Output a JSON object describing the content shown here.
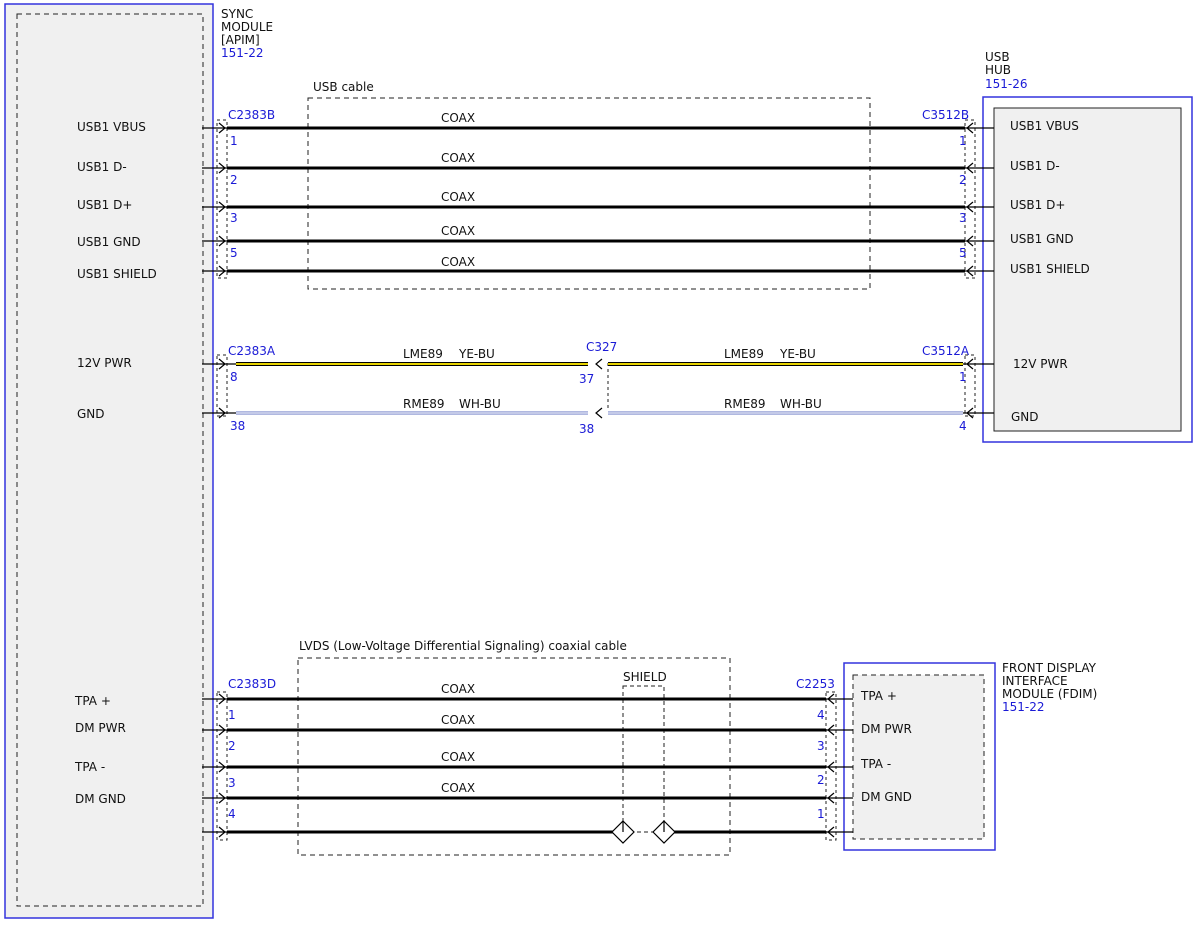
{
  "colors": {
    "module_border": "#3333dd",
    "ref_text": "#1a1ad6",
    "wire_black": "#000000",
    "wire_yellow": "#e6d200",
    "wire_white_blue": "#9fb0ff",
    "module_fill": "#f0f0f0"
  },
  "sync": {
    "title": [
      "SYNC",
      "MODULE",
      "[APIM]"
    ],
    "ref": "151-22",
    "pins": [
      "USB1 VBUS",
      "USB1 D-",
      "USB1 D+",
      "USB1 GND",
      "USB1 SHIELD",
      "12V PWR",
      "GND",
      "TPA +",
      "DM PWR",
      "TPA -",
      "DM GND"
    ]
  },
  "usb_hub": {
    "title": [
      "USB",
      "HUB"
    ],
    "ref": "151-26",
    "pins": [
      "USB1 VBUS",
      "USB1 D-",
      "USB1 D+",
      "USB1 GND",
      "USB1 SHIELD",
      "12V PWR",
      "GND"
    ]
  },
  "fdim": {
    "title": [
      "FRONT DISPLAY",
      "INTERFACE",
      "MODULE (FDIM)"
    ],
    "ref": "151-22",
    "pins": [
      "TPA +",
      "DM PWR",
      "TPA -",
      "DM GND"
    ]
  },
  "usb_cable": {
    "label": "USB cable",
    "left_connector": "C2383B",
    "right_connector": "C3512B",
    "wires": [
      {
        "label": "COAX",
        "left_pin": "1",
        "right_pin": "1"
      },
      {
        "label": "COAX",
        "left_pin": "2",
        "right_pin": "2"
      },
      {
        "label": "COAX",
        "left_pin": "3",
        "right_pin": "3"
      },
      {
        "label": "COAX",
        "left_pin": "5",
        "right_pin": "5"
      },
      {
        "label": "COAX",
        "left_pin": "",
        "right_pin": ""
      }
    ]
  },
  "power": {
    "left_connector": "C2383A",
    "inline_connector": "C327",
    "right_connector": "C3512A",
    "wires": [
      {
        "circuit": "LME89",
        "color": "YE-BU",
        "left_pin": "8",
        "inline_pin": "37",
        "right_pin": "1"
      },
      {
        "circuit": "RME89",
        "color": "WH-BU",
        "left_pin": "38",
        "inline_pin": "38",
        "right_pin": "4"
      }
    ]
  },
  "lvds_cable": {
    "label": "LVDS (Low-Voltage Differential Signaling) coaxial cable",
    "shield_label": "SHIELD",
    "left_connector": "C2383D",
    "right_connector": "C2253",
    "wires": [
      {
        "label": "COAX",
        "left_pin": "1",
        "right_pin": "4"
      },
      {
        "label": "COAX",
        "left_pin": "2",
        "right_pin": "3"
      },
      {
        "label": "COAX",
        "left_pin": "3",
        "right_pin": "2"
      },
      {
        "label": "COAX",
        "left_pin": "4",
        "right_pin": "1"
      },
      {
        "label": "",
        "left_pin": "",
        "right_pin": ""
      }
    ]
  }
}
